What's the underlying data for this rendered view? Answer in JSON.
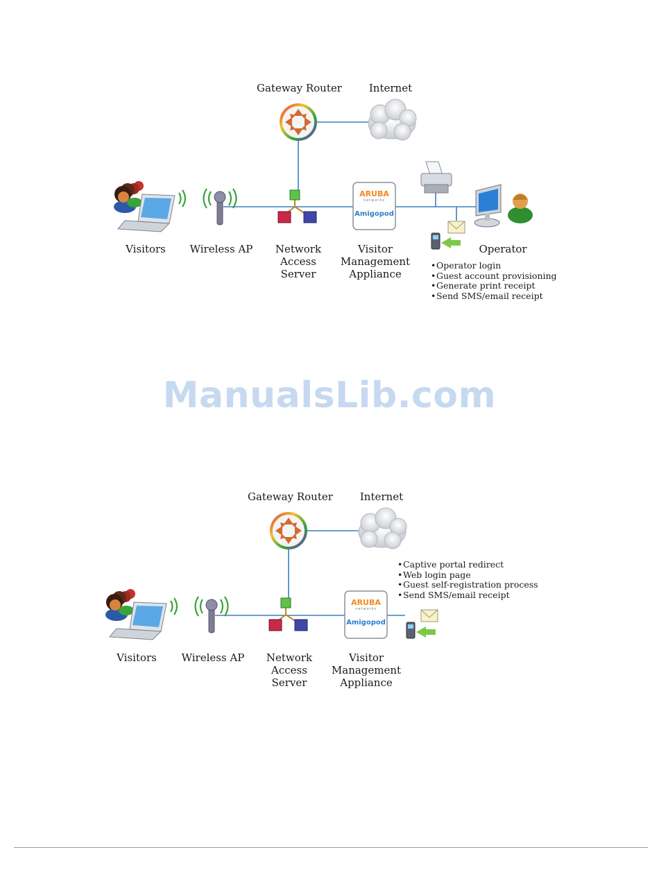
{
  "diagram1": {
    "labels": {
      "gateway_router": "Gateway Router",
      "internet": "Internet",
      "visitors": "Visitors",
      "wireless_ap": "Wireless AP",
      "nas_1": "Network",
      "nas_2": "Access",
      "nas_3": "Server",
      "vma_1": "Visitor",
      "vma_2": "Management",
      "vma_3": "Appliance",
      "operator": "Operator"
    },
    "appliance": {
      "brand_top": "ARUBA",
      "brand_sub": "networks",
      "brand_bottom": "Amigopod"
    },
    "bullets": [
      "Operator login",
      "Guest account provisioning",
      "Generate print receipt",
      "Send SMS/email receipt"
    ]
  },
  "watermark": "ManualsLib.com",
  "diagram2": {
    "labels": {
      "gateway_router": "Gateway Router",
      "internet": "Internet",
      "visitors": "Visitors",
      "wireless_ap": "Wireless AP",
      "nas_1": "Network",
      "nas_2": "Access",
      "nas_3": "Server",
      "vma_1": "Visitor",
      "vma_2": "Management",
      "vma_3": "Appliance"
    },
    "appliance": {
      "brand_top": "ARUBA",
      "brand_sub": "networks",
      "brand_bottom": "Amigopod"
    },
    "bullets": [
      "Captive portal redirect",
      "Web login page",
      "Guest self-registration process",
      "Send SMS/email receipt"
    ]
  },
  "colors": {
    "link_line": "#3a7fc1",
    "router_arrows": "#d46a2e",
    "wifi_waves": "#3aa33a",
    "watermark": "#c6d9f0"
  }
}
